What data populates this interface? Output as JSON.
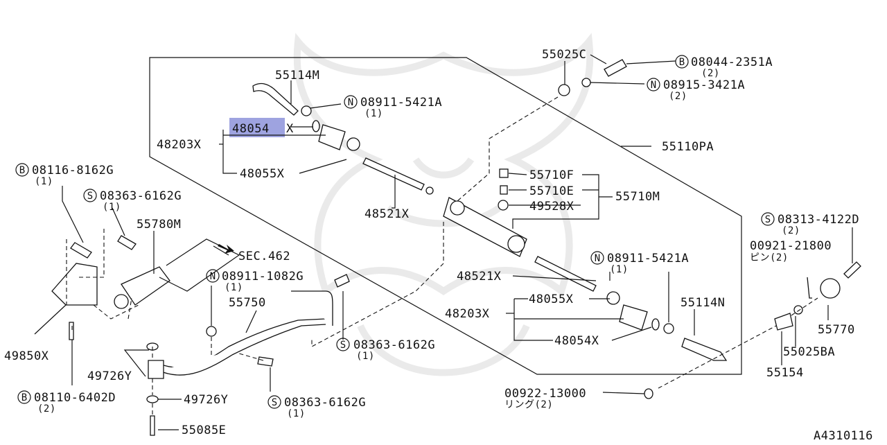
{
  "diagram": {
    "figure_code": "A4310116",
    "highlight_color": "#9ea3e0",
    "labels": {
      "p55025C": "55025C",
      "b08044": "08044-2351A",
      "b08044_qty": "(2)",
      "n08915": "08915-3421A",
      "n08915_qty": "(2)",
      "p55114M": "55114M",
      "n08911_top": "08911-5421A",
      "n08911_top_qty": "(1)",
      "p48054_top": "48054",
      "p48054_top_suffix": "X",
      "p48203_top": "48203X",
      "p48055_top": "48055X",
      "p55110PA": "55110PA",
      "b08116": "08116-8162G",
      "b08116_qty": "(1)",
      "s08363_a": "08363-6162G",
      "s08363_a_qty": "(1)",
      "p55780M": "55780M",
      "sec462": "SEC.462",
      "p48521_top": "48521X",
      "p55710F": "55710F",
      "p55710E": "55710E",
      "p49528": "49528X",
      "p55710M": "55710M",
      "s08313": "08313-4122D",
      "s08313_qty": "(2)",
      "p00921": "00921-21800",
      "p00921_sub": "ピン(2)",
      "n08911_bot": "08911-5421A",
      "n08911_bot_qty": "(1)",
      "n08911_1082": "08911-1082G",
      "n08911_1082_qty": "(1)",
      "p55750": "55750",
      "p48521_bot": "48521X",
      "p48055_bot": "48055X",
      "p55114N": "55114N",
      "p48203_bot": "48203X",
      "p55770": "55770",
      "p48054_bot": "48054X",
      "s08363_b": "08363-6162G",
      "s08363_b_qty": "(1)",
      "p55025BA": "55025BA",
      "p49850": "49850X",
      "p49726_a": "49726Y",
      "p55154": "55154",
      "b08110": "08110-6402D",
      "b08110_qty": "(2)",
      "p00922": "00922-13000",
      "p00922_sub": "リング(2)",
      "p49726_b": "49726Y",
      "s08363_c": "08363-6162G",
      "s08363_c_qty": "(1)",
      "p55085E": "55085E"
    },
    "symbols": {
      "bolt": "B",
      "nut": "N",
      "screw": "S"
    }
  }
}
